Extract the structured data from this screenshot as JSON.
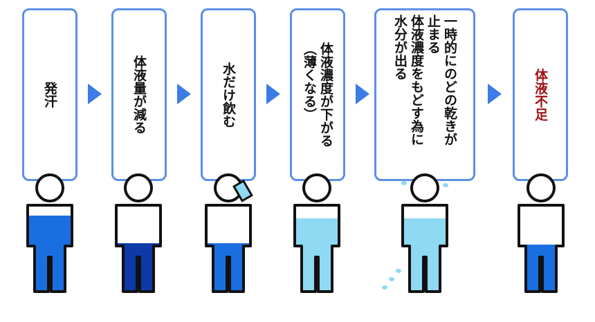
{
  "steps": [
    {
      "label": "発汗",
      "color": "#111111"
    },
    {
      "label": "体液量が減る",
      "color": "#111111"
    },
    {
      "label": "水だけ飲む",
      "color": "#111111"
    },
    {
      "label_lines": [
        "体液濃度が下がる",
        "（薄くなる）"
      ],
      "color": "#111111"
    },
    {
      "label_lines": [
        "一時的にのどの乾きが",
        "止まる",
        "体液濃度をもどす為に",
        "水分が出る"
      ],
      "color": "#111111"
    },
    {
      "label": "体液不足",
      "color": "#a01010"
    }
  ],
  "colors": {
    "box_border": "#5b8fe6",
    "arrow": "#3d7be6",
    "water_normal": "#1a6fe0",
    "water_dark": "#0d3aa6",
    "water_light": "#8fd9f2",
    "outline": "#111111"
  }
}
